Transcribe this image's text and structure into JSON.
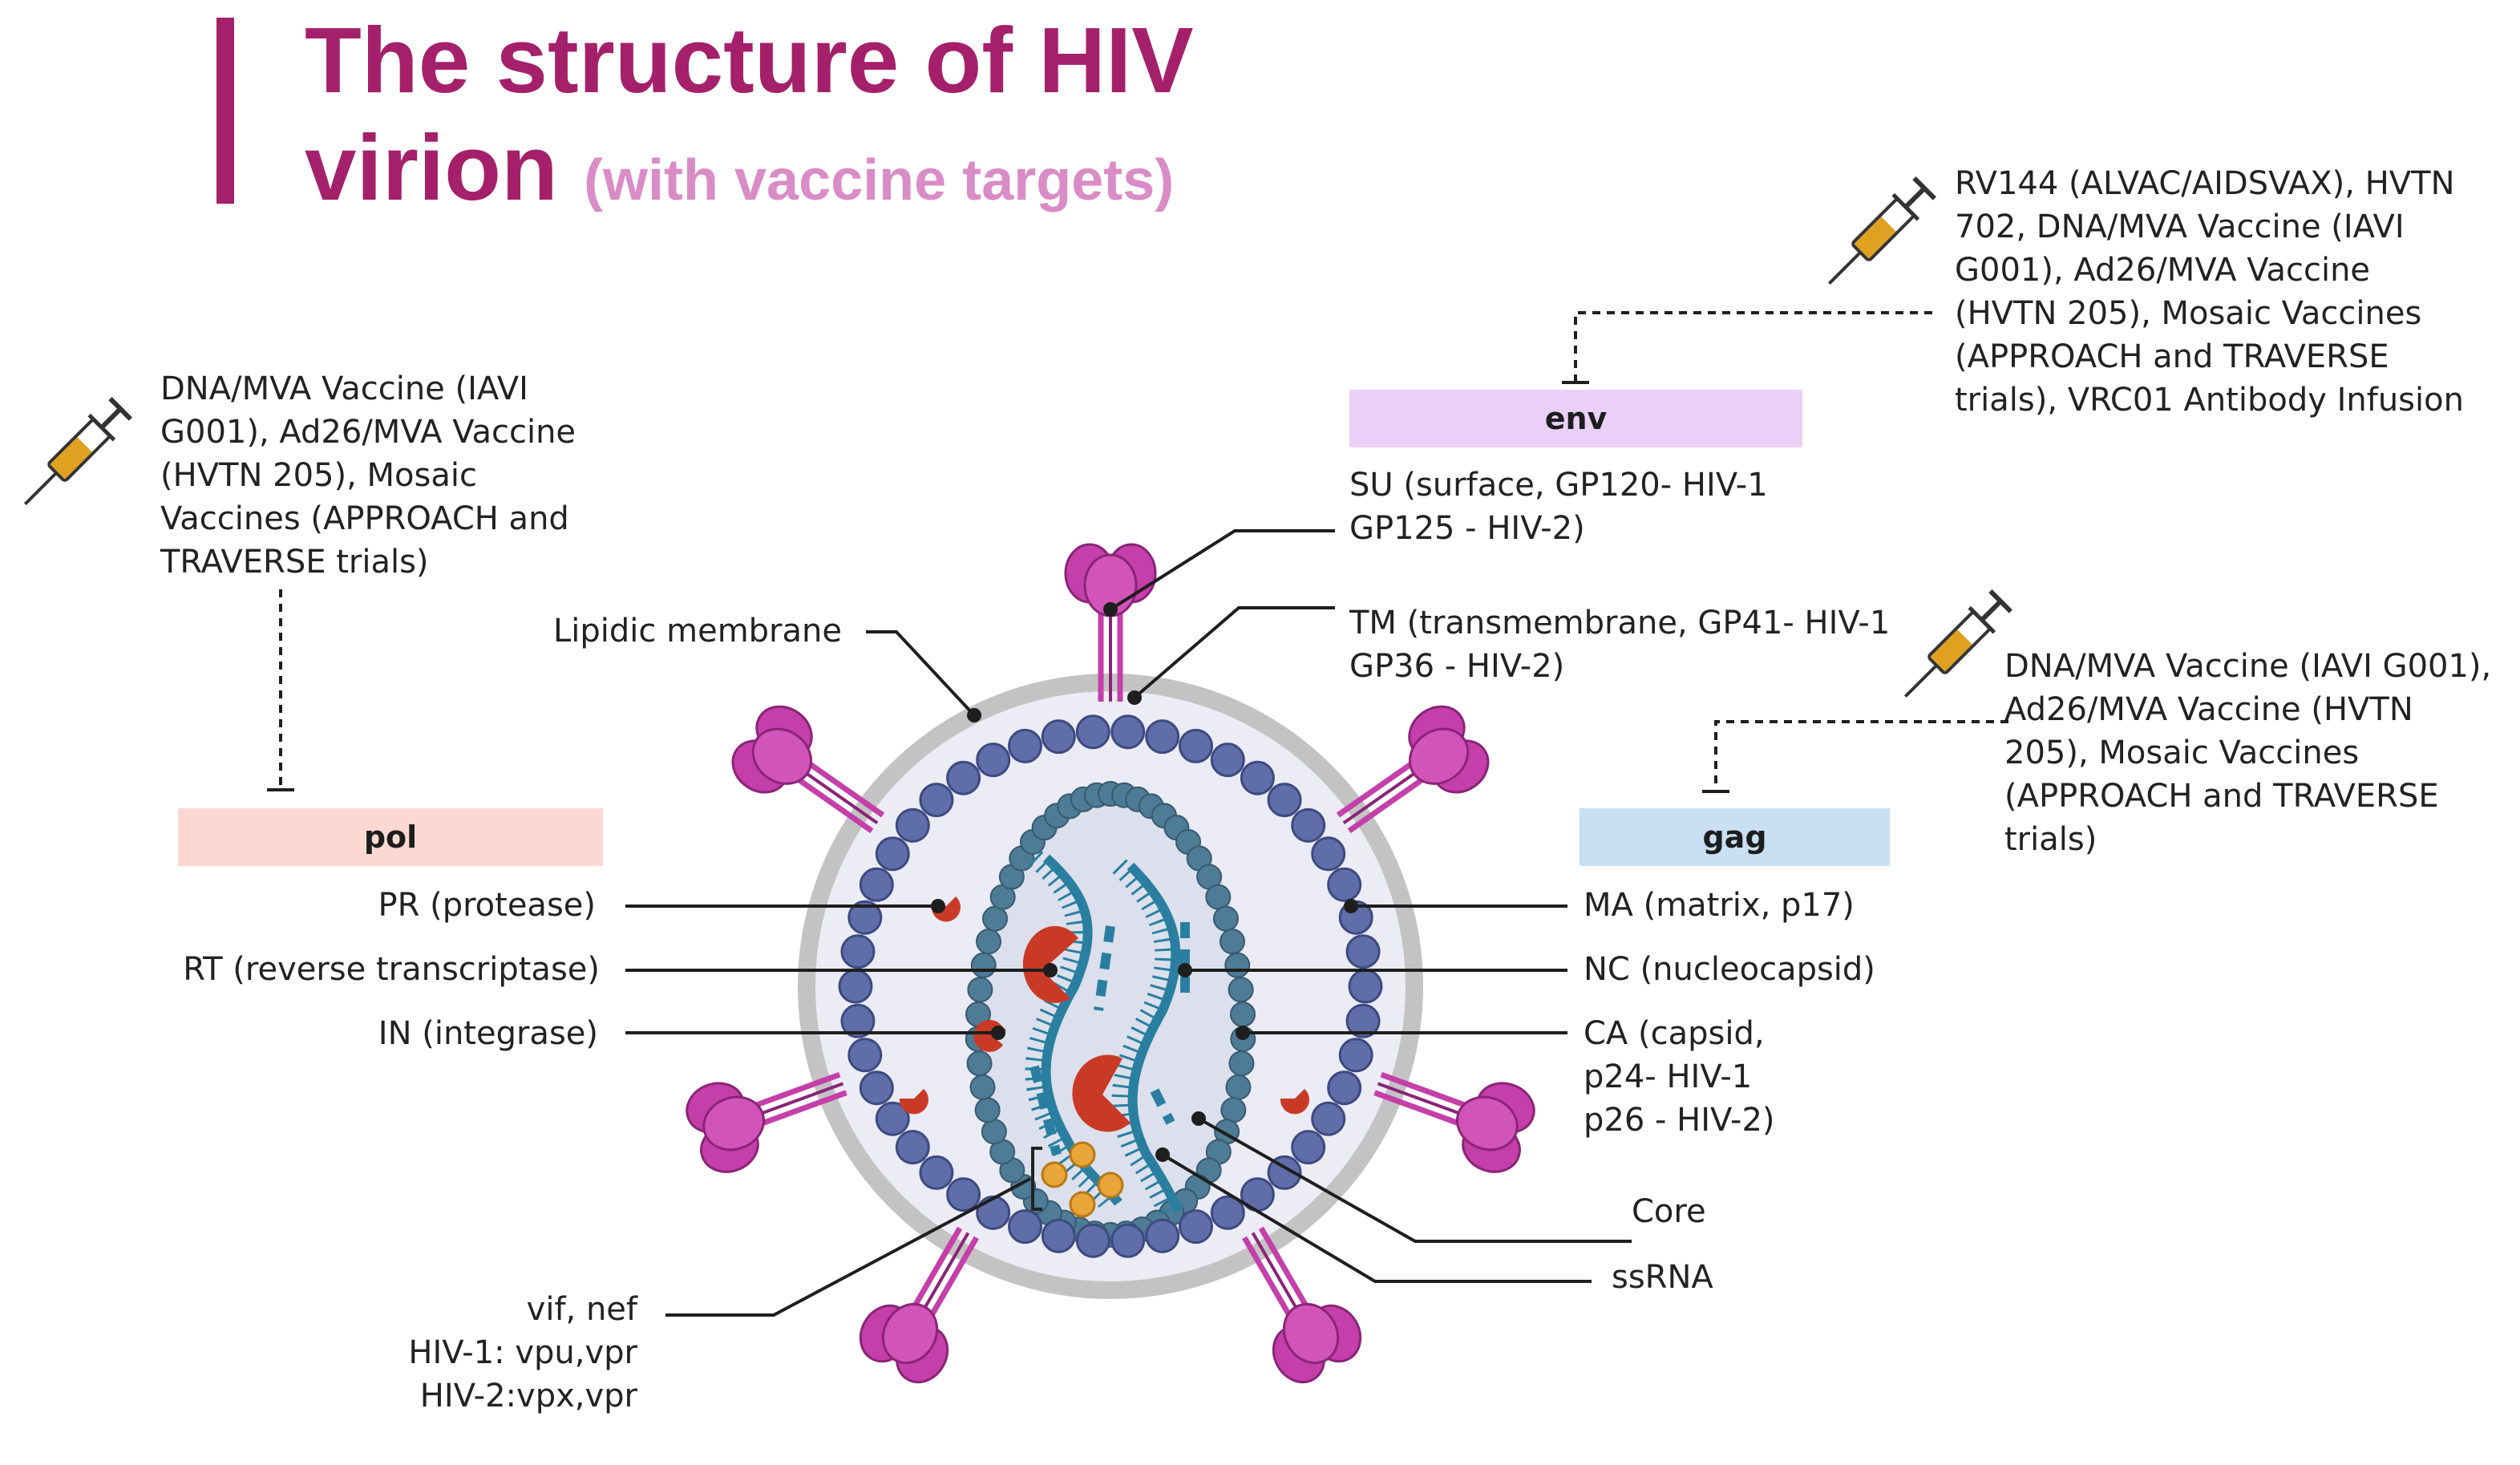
{
  "title": {
    "line1": "The structure of HIV",
    "line2": "virion",
    "subtitle": "(with vaccine targets)"
  },
  "colors": {
    "title": "#a5206a",
    "subtitle": "#d98cc6",
    "accent_bar": "#a5206a",
    "membrane": "#c3c3c3",
    "matrix_beads": "#5f6ea8",
    "capsid_beads": "#4e7b95",
    "rna": "#2a7fa0",
    "enzyme": "#c93a26",
    "spike": "#c43fa9",
    "env_box": "#ead0f6",
    "pol_box": "#fbd9d2",
    "gag_box": "#c9dff4",
    "syringe_fill": "#e0a020"
  },
  "boxes": {
    "env": "env",
    "pol": "pol",
    "gag": "gag"
  },
  "vaccines": {
    "env": "RV144 (ALVAC/AIDSVAX), HVTN\n702, DNA/MVA Vaccine (IAVI\nG001), Ad26/MVA Vaccine\n(HVTN 205), Mosaic Vaccines\n(APPROACH and TRAVERSE\ntrials), VRC01 Antibody Infusion",
    "pol": "DNA/MVA Vaccine (IAVI\nG001), Ad26/MVA Vaccine\n(HVTN 205), Mosaic\nVaccines (APPROACH and\nTRAVERSE trials)",
    "gag": "DNA/MVA Vaccine (IAVI G001),\nAd26/MVA Vaccine (HVTN\n205), Mosaic Vaccines\n(APPROACH and TRAVERSE\ntrials)"
  },
  "labels": {
    "lipidic_membrane": "Lipidic membrane",
    "su": "SU (surface, GP120- HIV-1\nGP125 - HIV-2)",
    "tm": "TM (transmembrane, GP41- HIV-1\nGP36 - HIV-2)",
    "pr": "PR (protease)",
    "rt": "RT (reverse transcriptase)",
    "in": "IN (integrase)",
    "ma": "MA (matrix, p17)",
    "nc": "NC (nucleocapsid)",
    "ca": "CA (capsid,\np24- HIV-1\np26 - HIV-2)",
    "core": "Core",
    "ssrna": "ssRNA",
    "accessory": "vif, nef\nHIV-1: vpu,vpr\nHIV-2:vpx,vpr"
  },
  "icons": {
    "syringe": "syringe-icon",
    "spike": "envelope-glycoprotein-spike-icon",
    "protease": "protease-enzyme-icon"
  }
}
